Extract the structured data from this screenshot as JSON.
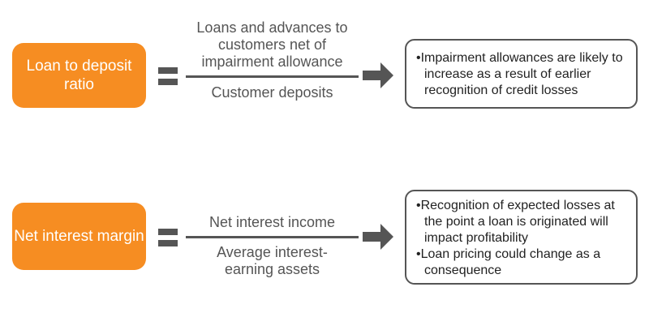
{
  "rows": [
    {
      "metric": "Loan to deposit ratio",
      "numerator": "Loans and advances to customers net of impairment allowance",
      "denominator": "Customer deposits",
      "notes": [
        "•Impairment allowances are likely to increase as a result of earlier recognition of credit losses"
      ]
    },
    {
      "metric": "Net interest margin",
      "numerator": "Net interest income",
      "denominator": "Average interest-earning assets",
      "notes": [
        "•Recognition of expected losses at the point a loan is originated will impact profitability",
        "•Loan pricing could change as a consequence"
      ]
    }
  ],
  "colors": {
    "accent": "#f68d22",
    "dark": "#555555"
  }
}
